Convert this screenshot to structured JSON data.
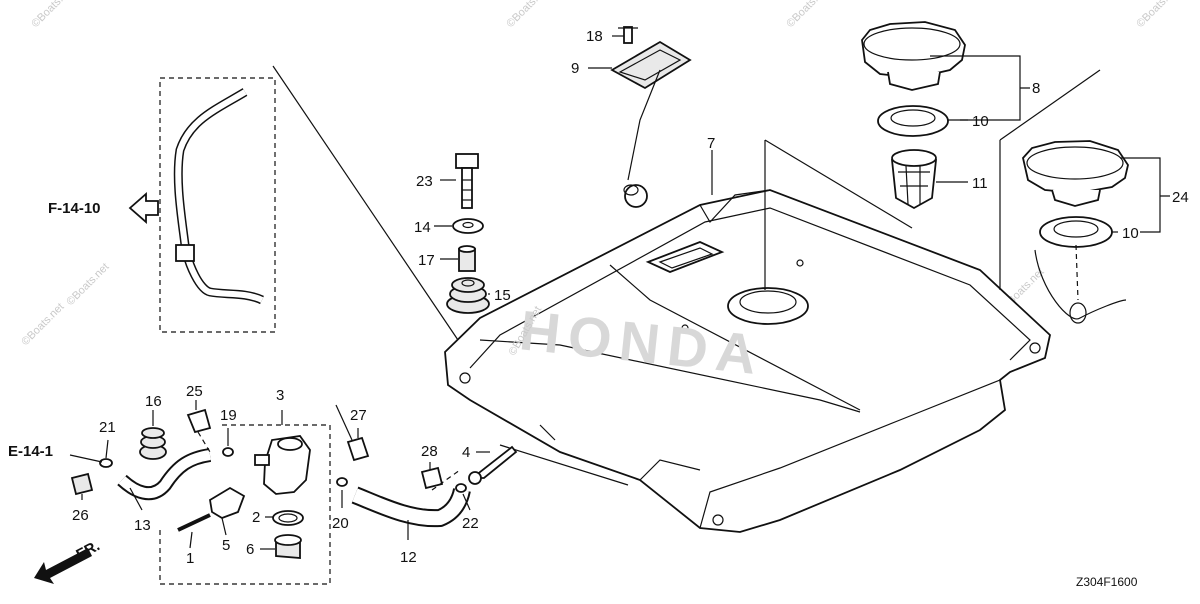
{
  "diagram": {
    "figure_code": "Z304F1600",
    "brand_watermark": "HONDA",
    "watermark_text": "©Boats.net",
    "references": [
      {
        "id": "ref-f-14-10",
        "label": "F-14-10"
      },
      {
        "id": "ref-e-14-1",
        "label": "E-14-1"
      },
      {
        "id": "ref-fr",
        "label": "FR."
      }
    ],
    "callouts": [
      {
        "id": "1",
        "label": "1"
      },
      {
        "id": "2",
        "label": "2"
      },
      {
        "id": "3",
        "label": "3"
      },
      {
        "id": "4",
        "label": "4"
      },
      {
        "id": "5",
        "label": "5"
      },
      {
        "id": "6",
        "label": "6"
      },
      {
        "id": "7",
        "label": "7"
      },
      {
        "id": "8",
        "label": "8"
      },
      {
        "id": "9",
        "label": "9"
      },
      {
        "id": "10a",
        "label": "10"
      },
      {
        "id": "10b",
        "label": "10"
      },
      {
        "id": "11",
        "label": "11"
      },
      {
        "id": "12",
        "label": "12"
      },
      {
        "id": "13",
        "label": "13"
      },
      {
        "id": "14",
        "label": "14"
      },
      {
        "id": "15",
        "label": "15"
      },
      {
        "id": "16",
        "label": "16"
      },
      {
        "id": "17",
        "label": "17"
      },
      {
        "id": "18",
        "label": "18"
      },
      {
        "id": "19",
        "label": "19"
      },
      {
        "id": "20",
        "label": "20"
      },
      {
        "id": "21",
        "label": "21"
      },
      {
        "id": "22",
        "label": "22"
      },
      {
        "id": "23",
        "label": "23"
      },
      {
        "id": "24",
        "label": "24"
      },
      {
        "id": "25",
        "label": "25"
      },
      {
        "id": "26",
        "label": "26"
      },
      {
        "id": "27",
        "label": "27"
      },
      {
        "id": "28",
        "label": "28"
      }
    ]
  }
}
